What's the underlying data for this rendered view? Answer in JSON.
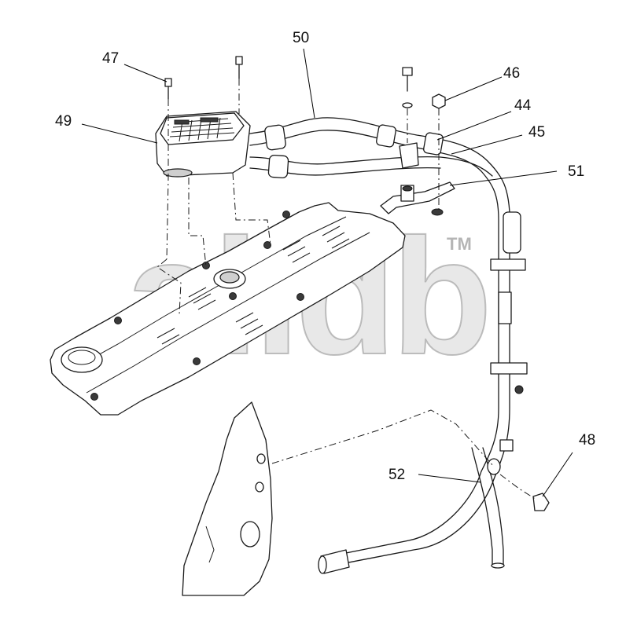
{
  "callouts": {
    "c44": "44",
    "c45": "45",
    "c46": "46",
    "c47": "47",
    "c48": "48",
    "c49": "49",
    "c50": "50",
    "c51": "51",
    "c52": "52"
  },
  "watermark": {
    "text": "alldb",
    "mark": "TM"
  }
}
